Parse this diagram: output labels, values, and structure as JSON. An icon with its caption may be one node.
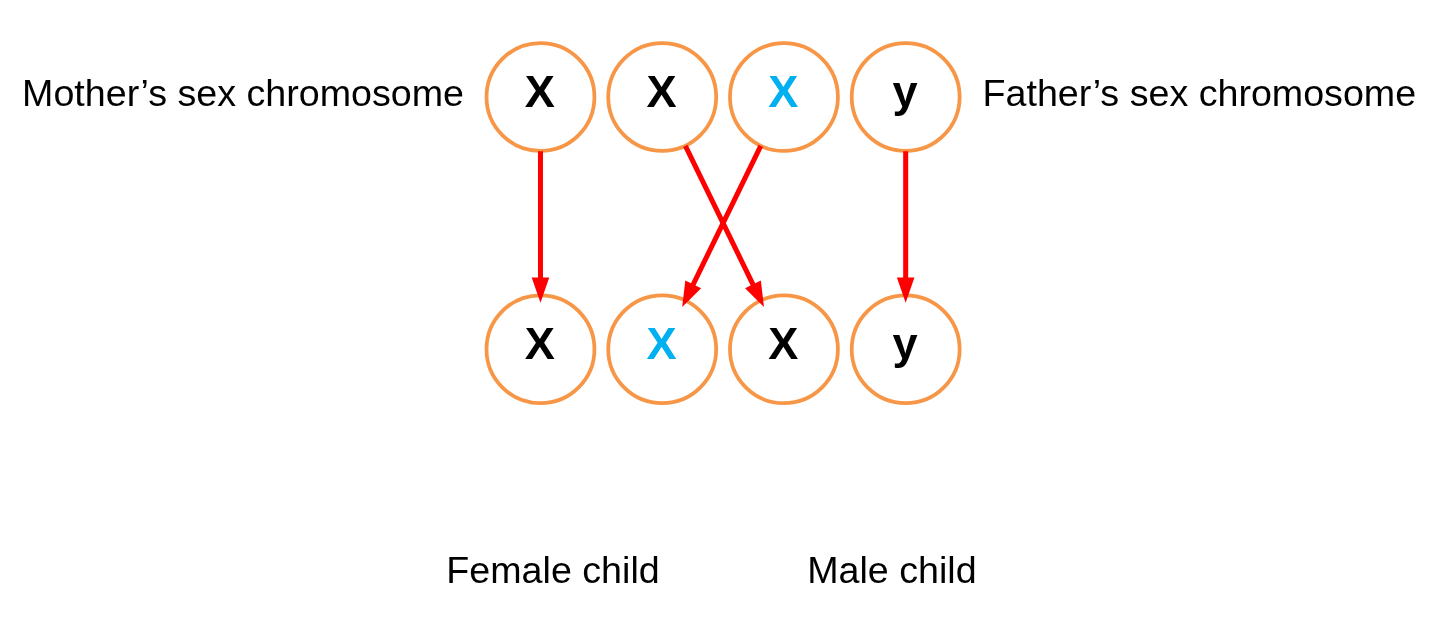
{
  "diagram": {
    "nodes": [
      {
        "text": [
          "X"
        ]
      },
      {
        "text": [
          "X"
        ]
      },
      {
        "text": [
          "X"
        ]
      },
      {
        "text": [
          "y"
        ]
      },
      {
        "text": [
          "X"
        ]
      },
      {
        "text": [
          "X"
        ]
      },
      {
        "text": [
          "X"
        ]
      },
      {
        "text": [
          "y"
        ]
      }
    ],
    "edges": [
      {
        "from": 0,
        "to": 4,
        "arrow": "to"
      },
      {
        "from": 1,
        "to": 6,
        "arrow": "to"
      },
      {
        "from": 2,
        "to": 5,
        "arrow": "to"
      },
      {
        "from": 3,
        "to": 7,
        "arrow": "to"
      }
    ],
    "labels": [
      "Mother’s sex chromosome",
      "Father’s sex chromosome",
      "Female child",
      "Male child"
    ]
  }
}
